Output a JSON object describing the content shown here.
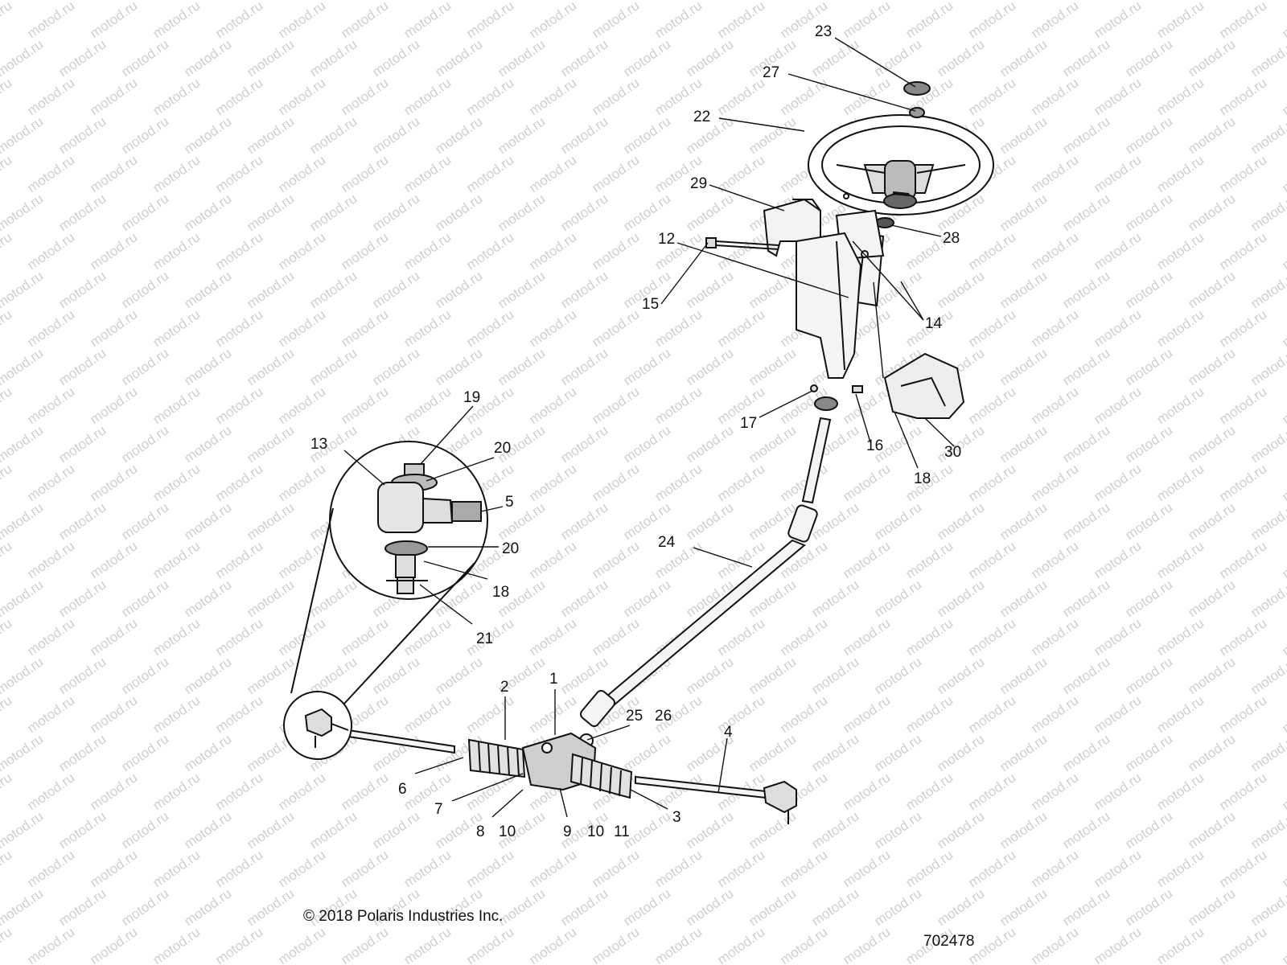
{
  "watermark": "motod.ru",
  "footer": {
    "copyright": "© 2018 Polaris Industries Inc.",
    "drawing_number": "702478"
  },
  "callouts": [
    "1",
    "2",
    "3",
    "4",
    "5",
    "6",
    "7",
    "8",
    "9",
    "10",
    "10",
    "11",
    "12",
    "13",
    "14",
    "15",
    "16",
    "17",
    "18",
    "18",
    "19",
    "20",
    "20",
    "21",
    "22",
    "23",
    "24",
    "25",
    "26",
    "27",
    "28",
    "29",
    "30"
  ],
  "parts": {
    "steering_wheel": "steering-wheel",
    "steering_column": "steering-column",
    "intermediate_shaft": "intermediate-shaft",
    "steering_rack": "steering-rack",
    "tie_rods": "tie-rods",
    "detail_view": "tie-rod-end-detail"
  }
}
